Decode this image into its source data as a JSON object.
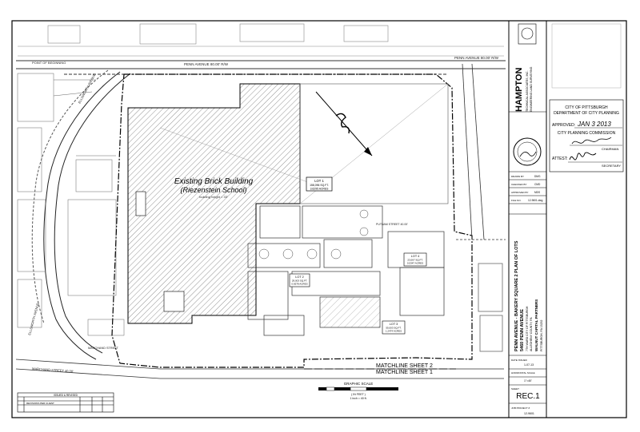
{
  "drawing": {
    "building_title": "Existing Brick Building",
    "building_subtitle": "(Riezenstein School)",
    "building_height": "building height = 33'",
    "lot1": {
      "name": "LOT 1",
      "sqft": "158,096 SQ.FT.",
      "acres": "3.6295 ACRES"
    },
    "lot2": {
      "name": "LOT 2",
      "sqft": "29,003 SQ.FT.",
      "acres": "0.6578 ACRES"
    },
    "lot3": {
      "name": "LOT 3",
      "sqft": "55,003 SQ.FT.",
      "acres": "1.2474 ACRES"
    },
    "lot4": {
      "name": "LOT 4",
      "sqft": "23,067 SQ.FT.",
      "acres": "0.5347 ACRES"
    },
    "street_top": "PENN AVENUE 80.00' R/W",
    "street_top_right": "PENN AVENUE 80.00' R/W",
    "street_left_top": "ELLSWORTH AVENUE",
    "street_bottom_left": "MARCHAND STREET 40.00'",
    "street_bottom_right": "MARCHAND STREET",
    "street_putnam": "PUTNAM STREET 40.00'",
    "street_left_side": "ELLSWORTH AVENUE",
    "matchline_1": "MATCHLINE SHEET 2",
    "matchline_2": "MATCHLINE SHEET 1",
    "graphic_scale_label": "GRAPHIC SCALE",
    "graphic_scale_unit": "( IN FEET )",
    "graphic_scale_ratio": "1 inch = 40 ft.",
    "revision_header": "ISSUED & REVISED",
    "revision_row": "REVISIONS PER CLIENT",
    "point_of_beginning": "POINT OF BEGINNING"
  },
  "title_block": {
    "company": "HAMPTON",
    "company_sub": "TECHNICAL ASSOCIATES, INC.",
    "company_sub2": "ENGINEERING LAND SURVEYING",
    "project_line1": "PENN AVENUE - BAKERY SQUARE 2 PLAN OF LOTS",
    "project_line2": "5460 PENN AVENUE",
    "project_line3": "7TH WARD CITY OF PITTSBURGH",
    "project_line4": "ALLEGHENY COUNTY, PA",
    "client_line1": "WALNUT CAPITAL PARTNERS",
    "client_line2": "PITTSBURGH, PA 15232",
    "drawn_by": "DMG",
    "checked_by": "CMD",
    "approved_by": "MDS",
    "file_no": "12-9601.dwg",
    "date": "1-07-13",
    "scale": "1\"=40'",
    "sheet": "REC.1",
    "job_no": "12-9601"
  },
  "approval": {
    "city": "CITY OF PITTSBURGH",
    "dept": "DEPARTMENT OF CITY PLANNING",
    "approved_label": "APPROVED:",
    "approved_date": "JAN 3 2013",
    "commission": "CITY PLANNING COMMISSION",
    "chairman": "CHAIRMAN",
    "attest_label": "ATTEST:",
    "secretary": "SECRETARY"
  }
}
